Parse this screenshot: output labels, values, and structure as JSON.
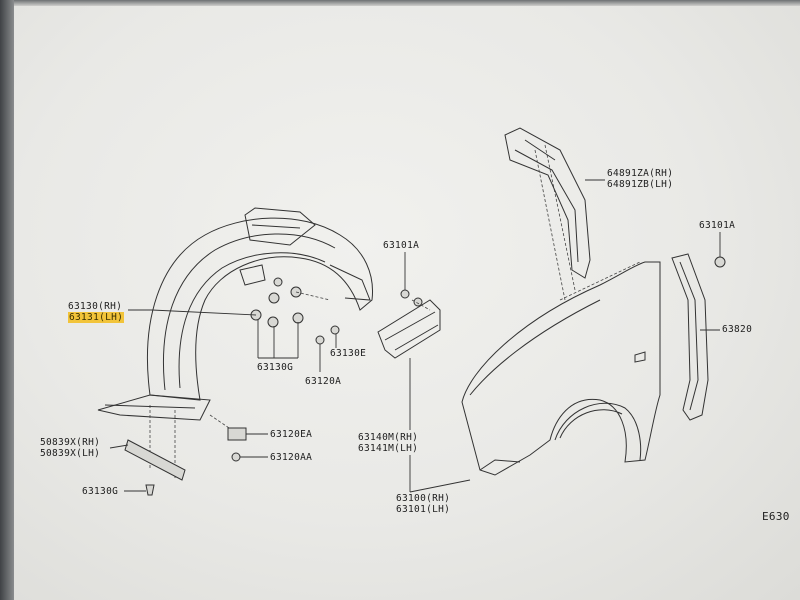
{
  "labels": {
    "liner_rh": "63130(RH)",
    "liner_lh": "63131(LH)",
    "clip_g": "63130G",
    "screw_e": "63130E",
    "clip_a": "63120A",
    "clip_ea": "63120EA",
    "clip_aa": "63120AA",
    "bracket_rh": "50839X(RH)",
    "bracket_lh": "50839X(LH)",
    "clip_g_bottom": "63130G",
    "bolt_top_mid": "63101A",
    "bracket_m_rh": "63140M(RH)",
    "bracket_m_lh": "63141M(LH)",
    "fender_rh": "63100(RH)",
    "fender_lh": "63101(LH)",
    "seal_rh": "64891ZA(RH)",
    "seal_lh": "64891ZB(LH)",
    "bolt_top_right": "63101A",
    "protector": "63820",
    "diagram_code": "E630"
  },
  "colors": {
    "highlight": "#f2c43a",
    "line": "#333333"
  }
}
